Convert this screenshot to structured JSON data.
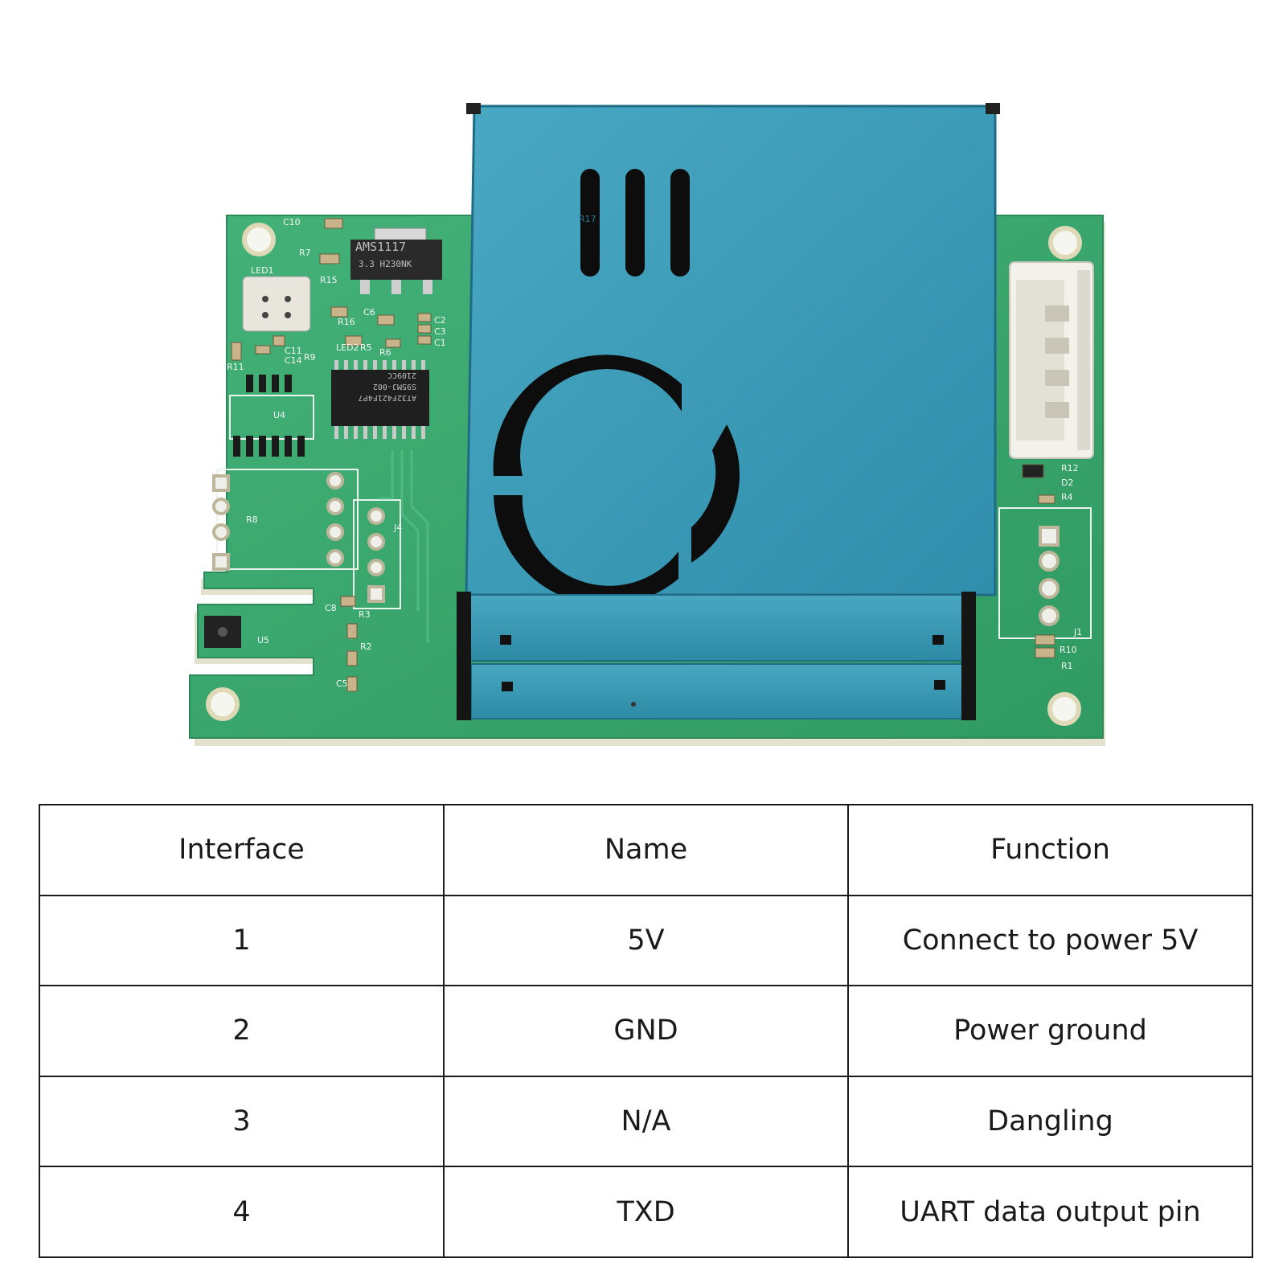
{
  "table": {
    "headers": [
      "Interface",
      "Name",
      "Function"
    ],
    "rows": [
      [
        "1",
        "5V",
        "Connect to power 5V"
      ],
      [
        "2",
        "GND",
        "Power ground"
      ],
      [
        "3",
        "N/A",
        "Dangling"
      ],
      [
        "4",
        "TXD",
        "UART data output pin"
      ]
    ]
  },
  "board": {
    "chip_labels": [
      "AMS1117",
      "3.3 H230NK",
      "AT32F421F4P7",
      "S95MJ-002",
      "2109CC"
    ],
    "component_labels": [
      "C10",
      "R7",
      "LED1",
      "R15",
      "R16",
      "C6",
      "C2",
      "C3",
      "C1",
      "LED2",
      "R5",
      "R6",
      "C11",
      "C14",
      "R9",
      "R11",
      "U4",
      "R8",
      "J4",
      "C8",
      "R3",
      "U5",
      "R2",
      "C5",
      "R17",
      "R12",
      "D2",
      "R4",
      "J1",
      "R10",
      "R1"
    ]
  },
  "colors": {
    "pcb_green": "#3aa76d",
    "housing_blue": "#3b9bb8",
    "connector_white": "#efefea"
  }
}
